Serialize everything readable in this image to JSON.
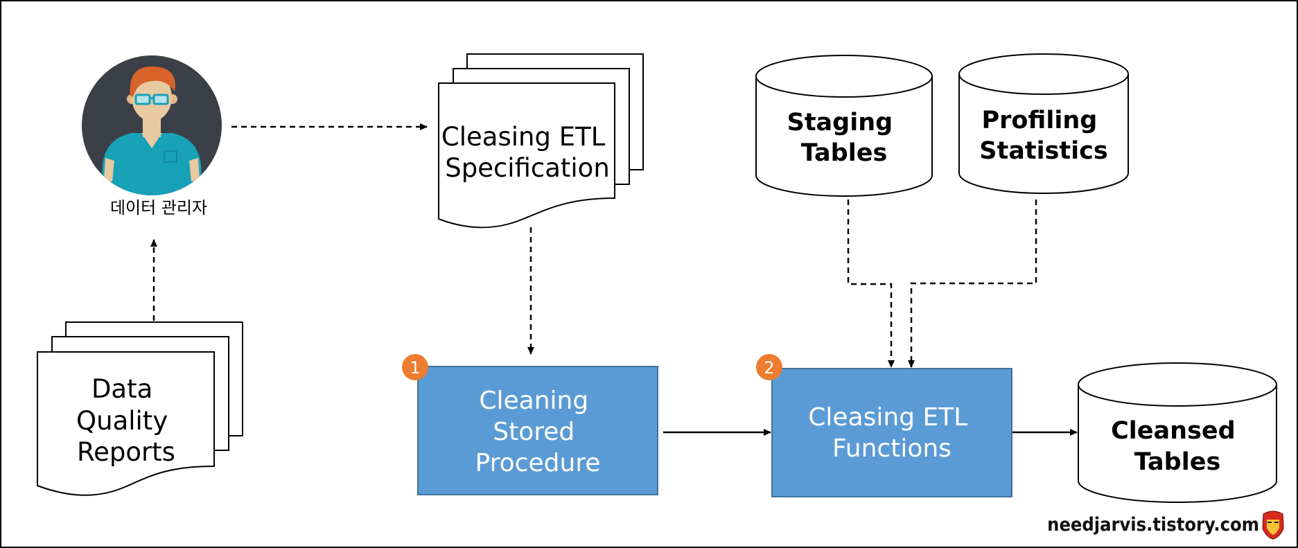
{
  "person": {
    "label": "데이터 관리자",
    "icon": "person-with-glasses-icon"
  },
  "documents": {
    "spec": [
      "Cleasing ETL",
      "Specification"
    ],
    "reports": [
      "Data",
      "Quality",
      "Reports"
    ]
  },
  "process_boxes": {
    "procedure": {
      "badge": "1",
      "lines": [
        "Cleaning",
        "Stored",
        "Procedure"
      ]
    },
    "functions": {
      "badge": "2",
      "lines": [
        "Cleasing ETL",
        "Functions"
      ]
    }
  },
  "databases": {
    "staging": [
      "Staging",
      "Tables"
    ],
    "profiling": [
      "Profiling",
      "Statistics"
    ],
    "cleansed": [
      "Cleansed",
      "Tables"
    ]
  },
  "watermark": {
    "text": "needjarvis.tistory.com",
    "icon": "ironman-helmet-icon"
  },
  "colors": {
    "box_fill": "#5b9bd5",
    "box_stroke": "#41719c",
    "badge": "#ed7d31",
    "avatar_bg": "#3b4048",
    "shirt": "#17a2b8",
    "hair": "#d9642b"
  }
}
